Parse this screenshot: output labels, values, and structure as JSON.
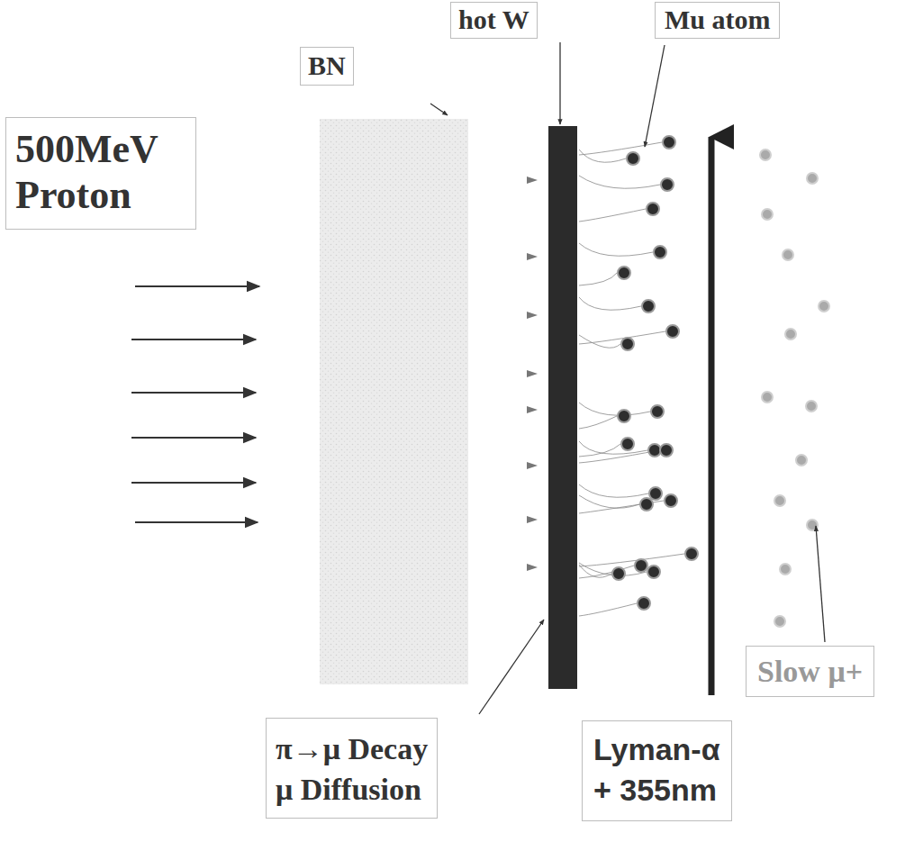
{
  "diagram": {
    "nodes": [
      {
        "text": [
          "500MeV Proton"
        ]
      },
      {
        "text": [
          "BN"
        ]
      },
      {
        "text": [
          "hot W"
        ]
      },
      {
        "text": [
          "Mu atom"
        ]
      },
      {
        "text": [
          "π→μ Decay",
          "μ Diffusion"
        ]
      },
      {
        "text": [
          "Lyman-α",
          "+ 355nm"
        ]
      },
      {
        "text": [
          "Slow μ+"
        ]
      }
    ]
  }
}
